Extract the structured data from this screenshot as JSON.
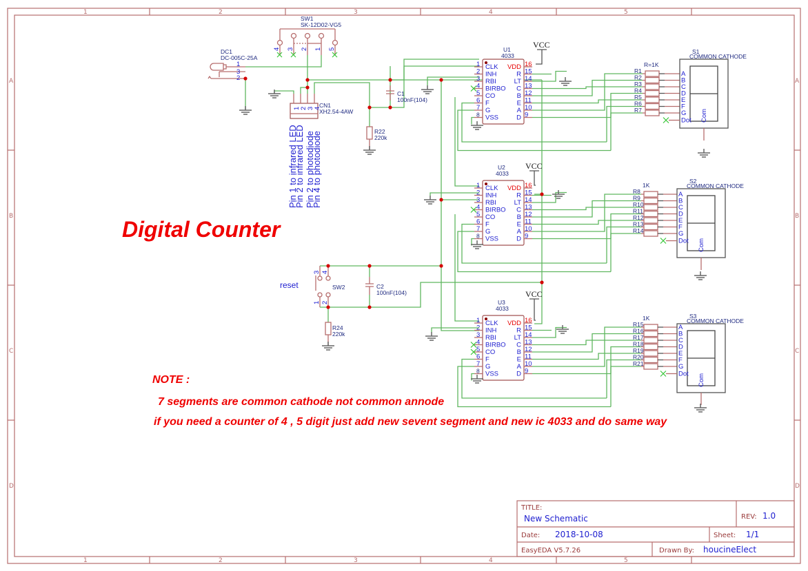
{
  "sheet": {
    "col_labels": [
      "1",
      "2",
      "3",
      "4",
      "5"
    ],
    "row_labels": [
      "A",
      "B",
      "C",
      "D"
    ]
  },
  "heading": "Digital Counter",
  "notes": {
    "title": "NOTE :",
    "line1": "7 segments are common cathode not common annode",
    "line2": "if you need a counter of 4 , 5 digit just add new sevent segment and new ic 4033 and do same way"
  },
  "power": {
    "vcc_label": "VCC"
  },
  "components": {
    "sw1": {
      "ref": "SW1",
      "part": "SK-12D02-VG5",
      "pins": [
        "4",
        "3",
        "2",
        "1",
        "5"
      ]
    },
    "dc1": {
      "ref": "DC1",
      "part": "DC-005C-25A",
      "pins": [
        "1",
        "3",
        "2"
      ]
    },
    "cn1": {
      "ref": "CN1",
      "part": "XH2.54-4AW",
      "pins": [
        "1",
        "2",
        "3",
        "4"
      ],
      "notes": [
        "Pin 1 to infrared LED",
        "Pin 2 to infrared LED",
        "Pin 2 to photodiode",
        "Pin 4 to photodiode"
      ]
    },
    "c1": {
      "ref": "C1",
      "value": "100nF(104)"
    },
    "r22": {
      "ref": "R22",
      "value": "220k"
    },
    "c2": {
      "ref": "C2",
      "value": "100nF(104)"
    },
    "r24": {
      "ref": "R24",
      "value": "220k"
    },
    "sw2": {
      "ref": "SW2",
      "label": "reset",
      "pins": [
        "3",
        "4",
        "1",
        "2"
      ]
    },
    "ic": {
      "part": "4033",
      "refs": [
        "U1",
        "U2",
        "U3"
      ],
      "left_pins": [
        {
          "num": "1",
          "name": "CLK"
        },
        {
          "num": "2",
          "name": "INH"
        },
        {
          "num": "3",
          "name": "RBI"
        },
        {
          "num": "4",
          "name": "BIRBO"
        },
        {
          "num": "5",
          "name": "CO"
        },
        {
          "num": "6",
          "name": "F"
        },
        {
          "num": "7",
          "name": "G"
        },
        {
          "num": "8",
          "name": "VSS"
        }
      ],
      "right_pins": [
        {
          "num": "16",
          "name": "VDD"
        },
        {
          "num": "15",
          "name": "R"
        },
        {
          "num": "14",
          "name": "LT"
        },
        {
          "num": "13",
          "name": "C"
        },
        {
          "num": "12",
          "name": "B"
        },
        {
          "num": "11",
          "name": "E"
        },
        {
          "num": "10",
          "name": "A"
        },
        {
          "num": "9",
          "name": "D"
        }
      ]
    },
    "resistor_arrays": [
      {
        "label": "R=1K",
        "refs": [
          "R1",
          "R2",
          "R3",
          "R4",
          "R5",
          "R6",
          "R7"
        ]
      },
      {
        "label": "1K",
        "refs": [
          "R8",
          "R9",
          "R10",
          "R11",
          "R12",
          "R13",
          "R14"
        ]
      },
      {
        "label": "1K",
        "refs": [
          "R15",
          "R16",
          "R17",
          "R18",
          "R19",
          "R20",
          "R21"
        ]
      }
    ],
    "displays": [
      {
        "ref": "S1",
        "type": "COMMON CATHODE"
      },
      {
        "ref": "S2",
        "type": "COMMON CATHODE"
      },
      {
        "ref": "S3",
        "type": "COMMON CATHODE"
      }
    ],
    "display_pins": [
      "A",
      "B",
      "C",
      "D",
      "E",
      "F",
      "G",
      "Dot"
    ],
    "display_com": "Com"
  },
  "title_block": {
    "title_label": "TITLE:",
    "title": "New Schematic",
    "rev_label": "REV:",
    "rev": "1.0",
    "date_label": "Date:",
    "date": "2018-10-08",
    "sheet_label": "Sheet:",
    "sheet": "1/1",
    "software": "EasyEDA V5.7.26",
    "drawn_label": "Drawn By:",
    "drawn_by": "houcineElect"
  }
}
